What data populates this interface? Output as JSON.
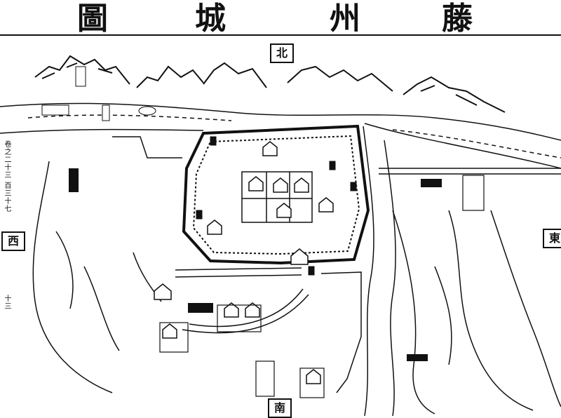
{
  "title": [
    "藤",
    "州",
    "城",
    "圖"
  ],
  "directions": {
    "north": "北",
    "south": "南",
    "east": "東",
    "west": "西"
  },
  "side_note": "卷之二十三 百三十七",
  "page_number": "十三",
  "colors": {
    "ink": "#111111",
    "paper": "#ffffff"
  }
}
